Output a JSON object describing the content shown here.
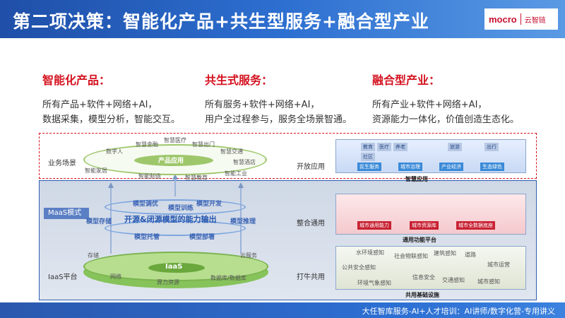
{
  "header": {
    "title": "第二项决策：智能化产品+共生型服务+融合型产业",
    "logo_main": "mocro",
    "logo_sub": "云智链"
  },
  "columns": [
    {
      "title": "智能化产品：",
      "line1": "所有产品+软件+网络+AI，",
      "line2": "数据采集，模型分析，智能交互。"
    },
    {
      "title": "共生式服务：",
      "line1": "所有服务+软件+网络+AI，",
      "line2": "用户全过程参与，服务全场景智通。"
    },
    {
      "title": "融合型产业：",
      "line1": "所有产业+软件+网络+AI，",
      "line2": "资源能力一体化，价值创造生态化。"
    }
  ],
  "diagram": {
    "left_labels": {
      "scene": "业务场景",
      "maas": "MaaS模式",
      "iaas": "IaaS平台"
    },
    "mid_labels": {
      "open": "开放应用",
      "integrate": "整合通用",
      "base": "打牛共用"
    },
    "top_ellipse": {
      "core": "产品应用",
      "nodes": [
        "数字人",
        "智慧金融",
        "智慧医疗",
        "智慧出门",
        "智慧交通",
        "智慧酒店",
        "智能家居",
        "智能制造",
        "智能工业",
        "智慧教育"
      ]
    },
    "maas_ring": {
      "pills": [
        "模型调优",
        "模型训练",
        "模型开发",
        "模型推理",
        "模型存储",
        "模型托管",
        "模型部署"
      ],
      "banner": "开源&闭源模型的能力输出"
    },
    "base_ellipse": {
      "core": "IaaS",
      "nodes": [
        "存储",
        "云服务",
        "网络",
        "算力资源",
        "数据库/数据库"
      ]
    },
    "stack_top": {
      "caption": "智慧应用",
      "tiles": [
        "教育",
        "医疗",
        "养老",
        "旅游",
        "出行",
        "社区",
        "民生服务",
        "城市治理",
        "产业经济",
        "生态绿色"
      ]
    },
    "stack_mid": {
      "caption": "通用功能平台",
      "tiles": [
        "城市通用能力",
        "城市资源库",
        "城市全数据底座"
      ]
    },
    "stack_base": {
      "caption": "共用基础设施",
      "tiles": [
        "水环境感知",
        "社会物联感知",
        "建筑感知",
        "道路",
        "公共安全感知",
        "环境气象感知",
        "信息安全",
        "城市运营",
        "交通感知",
        "城市感知"
      ]
    }
  },
  "footer": {
    "text": "大任智库服务-AI+人才培训：AI讲师/数字化营-专用讲义"
  }
}
